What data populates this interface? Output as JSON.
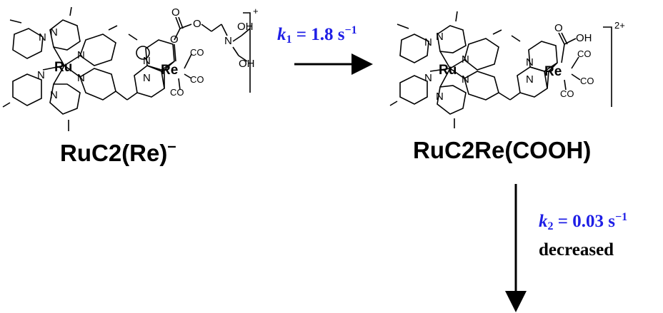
{
  "molecules": {
    "left": {
      "name_main": "RuC2(Re)",
      "name_sup": "–",
      "charge": "+",
      "atoms": {
        "ru": "Ru",
        "re": "Re",
        "n": "N",
        "o": "O",
        "oh": "OH",
        "co": "CO"
      }
    },
    "right": {
      "name": "RuC2Re(COOH)",
      "charge": "2+",
      "atoms": {
        "ru": "Ru",
        "re": "Re",
        "n": "N",
        "o": "O",
        "oh": "OH",
        "co": "CO"
      }
    }
  },
  "step1": {
    "k": "k",
    "sub": "1",
    "value": " = 1.8 s",
    "exp": "−1"
  },
  "step2": {
    "k": "k",
    "sub": "2",
    "value": " = 0.03 s",
    "exp": "−1",
    "note": "decreased"
  },
  "colors": {
    "rate_text": "#1f1fe6",
    "ink": "#000000"
  }
}
